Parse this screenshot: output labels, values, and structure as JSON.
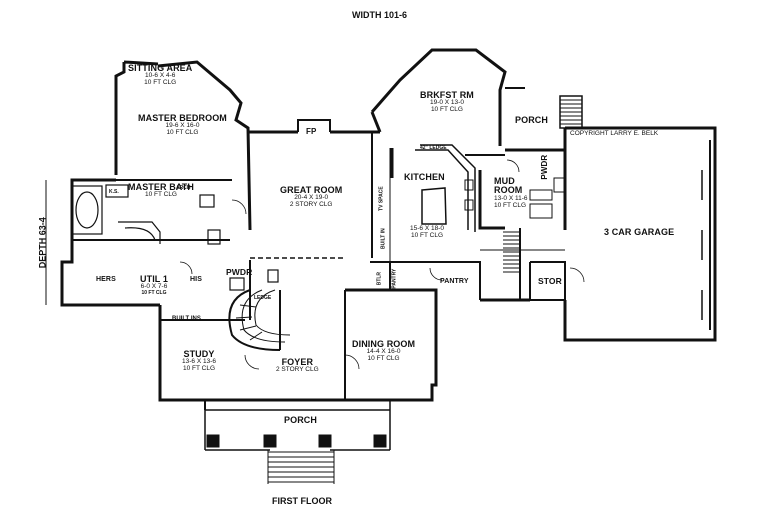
{
  "header": {
    "width_label": "WIDTH 101-6",
    "depth_label": "DEPTH 63-4",
    "floor_label": "FIRST FLOOR",
    "copyright": "COPYRIGHT LARRY E. BELK"
  },
  "rooms": {
    "sitting": {
      "name": "SITTING AREA",
      "dims": "10-6 X 4-6",
      "ceiling": "10 FT CLG"
    },
    "master_bed": {
      "name": "MASTER BEDROOM",
      "dims": "19-6 X 16-0",
      "ceiling": "10 FT CLG"
    },
    "master_bath": {
      "name": "MASTER BATH",
      "ceiling": "10 FT CLG"
    },
    "great": {
      "name": "GREAT ROOM",
      "dims": "20-4 X 19-0",
      "ceiling": "2 STORY CLG"
    },
    "brkfst": {
      "name": "BRKFST RM",
      "dims": "19-0 X 13-0",
      "ceiling": "10 FT CLG"
    },
    "kitchen": {
      "name": "KITCHEN",
      "dims": "15-6 X 18-0",
      "ceiling": "10 FT CLG"
    },
    "mud": {
      "name1": "MUD",
      "name2": "ROOM",
      "dims": "13-0 X 11-6",
      "ceiling": "10 FT CLG"
    },
    "garage": {
      "name": "3 CAR GARAGE"
    },
    "util": {
      "name": "UTIL 1",
      "dims": "6-0 X 7-6",
      "ceiling": "10 FT CLG"
    },
    "study": {
      "name": "STUDY",
      "dims": "13-6 X 13-6",
      "ceiling": "10 FT CLG"
    },
    "foyer": {
      "name": "FOYER",
      "ceiling": "2 STORY CLG"
    },
    "dining": {
      "name": "DINING ROOM",
      "dims": "14-4 X 16-0",
      "ceiling": "10 FT CLG"
    }
  },
  "small": {
    "porch_rear": "PORCH",
    "porch_front": "PORCH",
    "pwdr1": "PWDR",
    "pwdr2": "PWDR",
    "pantry": "PANTRY",
    "btlr": "BTLR",
    "pantry2": "PANTRY",
    "stor": "STOR",
    "hers": "HERS",
    "his": "HIS",
    "fp": "FP",
    "built_ins": "BUILT INS",
    "built_in": "BUILT IN",
    "tv_space": "TV SPACE",
    "ledge": "LEDGE",
    "ledge42": "42\" LEDGE",
    "ks": "K.S.",
    "arch": "ARCH"
  }
}
